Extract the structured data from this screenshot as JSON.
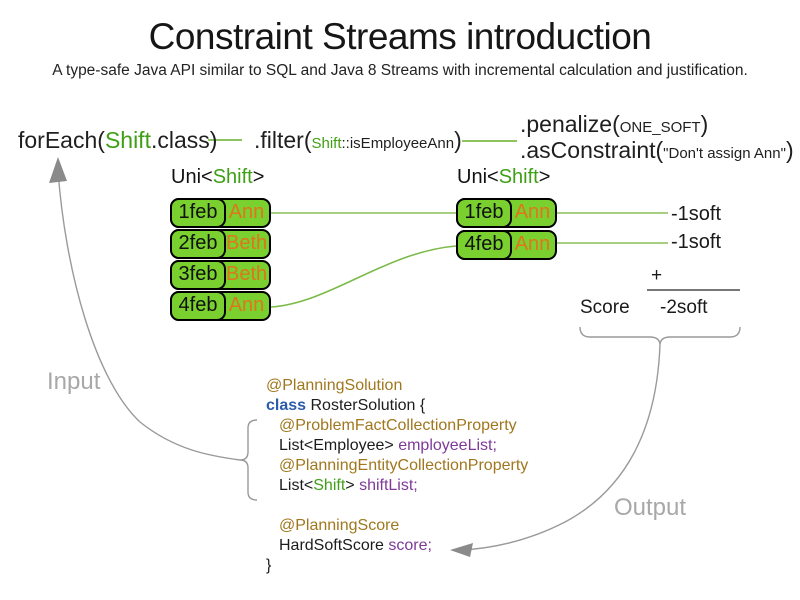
{
  "title": "Constraint Streams introduction",
  "subtitle": "A type-safe Java API similar to SQL and Java 8 Streams with incremental calculation and justification.",
  "pipeline": {
    "foreach_pre": "forEach(",
    "foreach_type": "Shift",
    "foreach_post": ".class)",
    "filter_pre": ".filter(",
    "filter_type": "Shift",
    "filter_method": "::isEmployeeAnn",
    "filter_post": ")",
    "penalize_pre": ".penalize(",
    "penalize_arg": "ONE_SOFT",
    "penalize_post": ")",
    "asconstraint_pre": ".asConstraint(",
    "asconstraint_arg": "\"Don't assign Ann\"",
    "asconstraint_post": ")"
  },
  "left_stream": {
    "label_pre": "Uni<",
    "label_type": "Shift",
    "label_post": ">",
    "rows": [
      {
        "date": "1feb",
        "employee": "Ann"
      },
      {
        "date": "2feb",
        "employee": "Beth"
      },
      {
        "date": "3feb",
        "employee": "Beth"
      },
      {
        "date": "4feb",
        "employee": "Ann"
      }
    ]
  },
  "right_stream": {
    "label_pre": "Uni<",
    "label_type": "Shift",
    "label_post": ">",
    "rows": [
      {
        "date": "1feb",
        "employee": "Ann"
      },
      {
        "date": "4feb",
        "employee": "Ann"
      }
    ]
  },
  "results": {
    "match1": "-1soft",
    "match2": "-1soft",
    "plus": "+",
    "score_label": "Score",
    "total": "-2soft"
  },
  "flow_labels": {
    "input": "Input",
    "output": "Output"
  },
  "code": {
    "l1": "@PlanningSolution",
    "l2_kw": "class",
    "l2_rest": " RosterSolution {",
    "l3": "@ProblemFactCollectionProperty",
    "l4_plain": "List<Employee> ",
    "l4_field": "employeeList;",
    "l5": "@PlanningEntityCollectionProperty",
    "l6_a": "List<",
    "l6_type": "Shift",
    "l6_b": "> ",
    "l6_field": "shiftList;",
    "l7": "@PlanningScore",
    "l8_plain": "HardSoftScore ",
    "l8_field": "score;",
    "l9": "}"
  },
  "colors": {
    "type_green": "#3fa016",
    "cell_green": "#79d02f",
    "employee_orange": "#e0751c",
    "match_line_green": "#a6d07f",
    "curve_green": "#7cbb4a",
    "flow_gray": "#9a9a9a",
    "annotation_brown": "#a0771e",
    "keyword_blue": "#2b5caa",
    "field_purple": "#7d3a99"
  }
}
